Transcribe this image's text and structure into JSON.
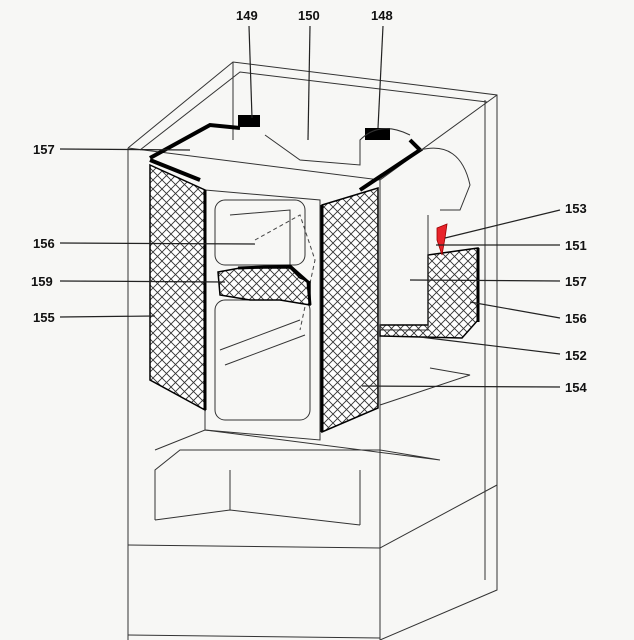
{
  "diagram": {
    "labels": {
      "top_left": "149",
      "top_mid": "150",
      "top_right": "148",
      "left_1": "157",
      "left_2": "156",
      "left_3": "159",
      "left_4": "155",
      "right_1": "153",
      "right_2": "151",
      "right_3": "157",
      "right_4": "156",
      "right_5": "152",
      "right_6": "154"
    },
    "colors": {
      "highlight": "#e8232a",
      "lines": "#222222"
    }
  }
}
